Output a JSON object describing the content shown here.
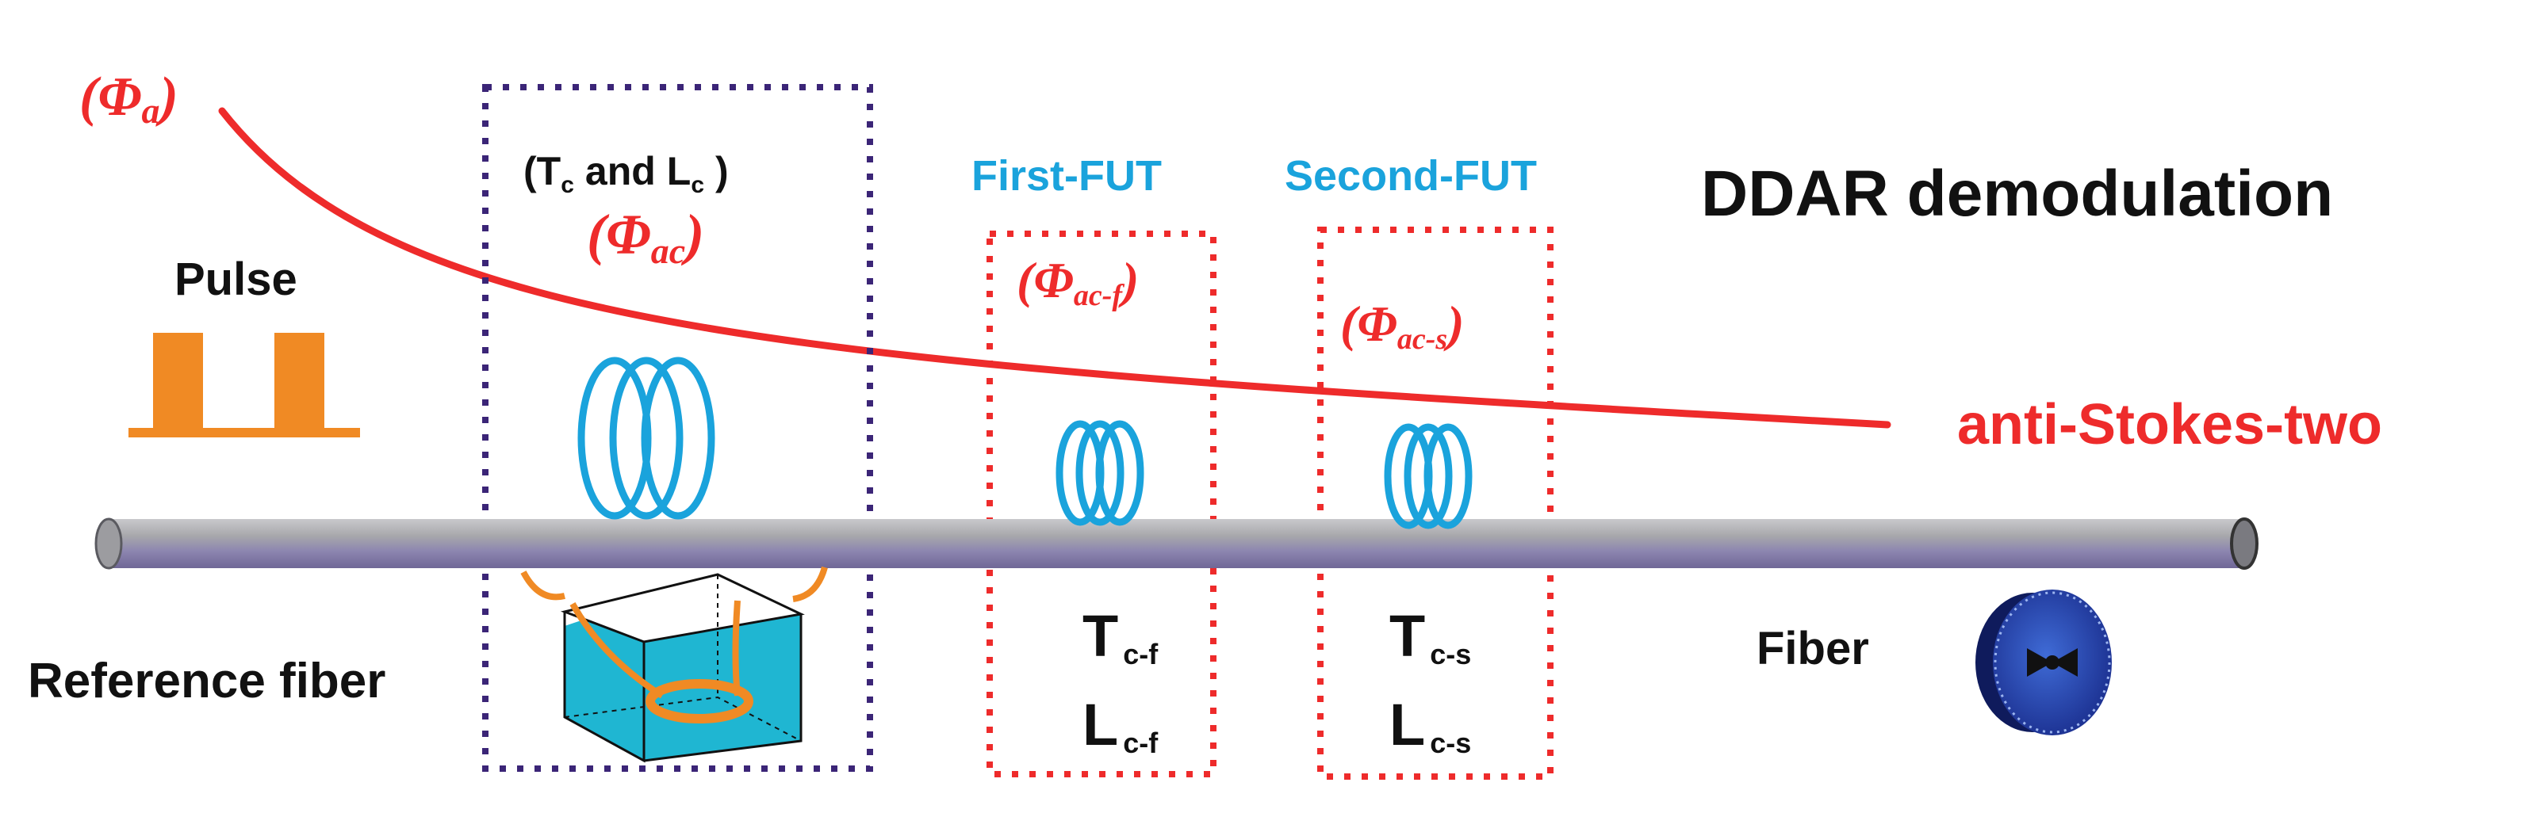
{
  "title": "DDAR demodulation",
  "labels": {
    "phi_a": "(Φa)",
    "phi_a_main": "Φ",
    "phi_a_sub": "a",
    "calibration": "(Tc and Lc )",
    "phi_ac_main": "Φ",
    "phi_ac_sub": "ac",
    "first_fut": "First-FUT",
    "second_fut": "Second-FUT",
    "phi_acf_main": "Φ",
    "phi_acf_sub": "ac-f",
    "phi_acs_main": "Φ",
    "phi_acs_sub": "ac-s",
    "anti_stokes": "anti-Stokes-two",
    "pulse": "Pulse",
    "reference_fiber": "Reference fiber",
    "fiber": "Fiber",
    "t": "T",
    "l": "L",
    "c": "c",
    "cf": "c-f",
    "cs": "c-s",
    "and": "and",
    "open_paren": "(",
    "close_paren": ")"
  },
  "colors": {
    "red": "#ee2b2b",
    "blue": "#1aa3dc",
    "purple": "#3b2577",
    "orange": "#f08a24",
    "black": "#111111",
    "bath": "#1fb6d2"
  },
  "icons": [
    "pulse-icon",
    "coil-icon",
    "water-bath-icon",
    "fiber-spool-icon"
  ]
}
